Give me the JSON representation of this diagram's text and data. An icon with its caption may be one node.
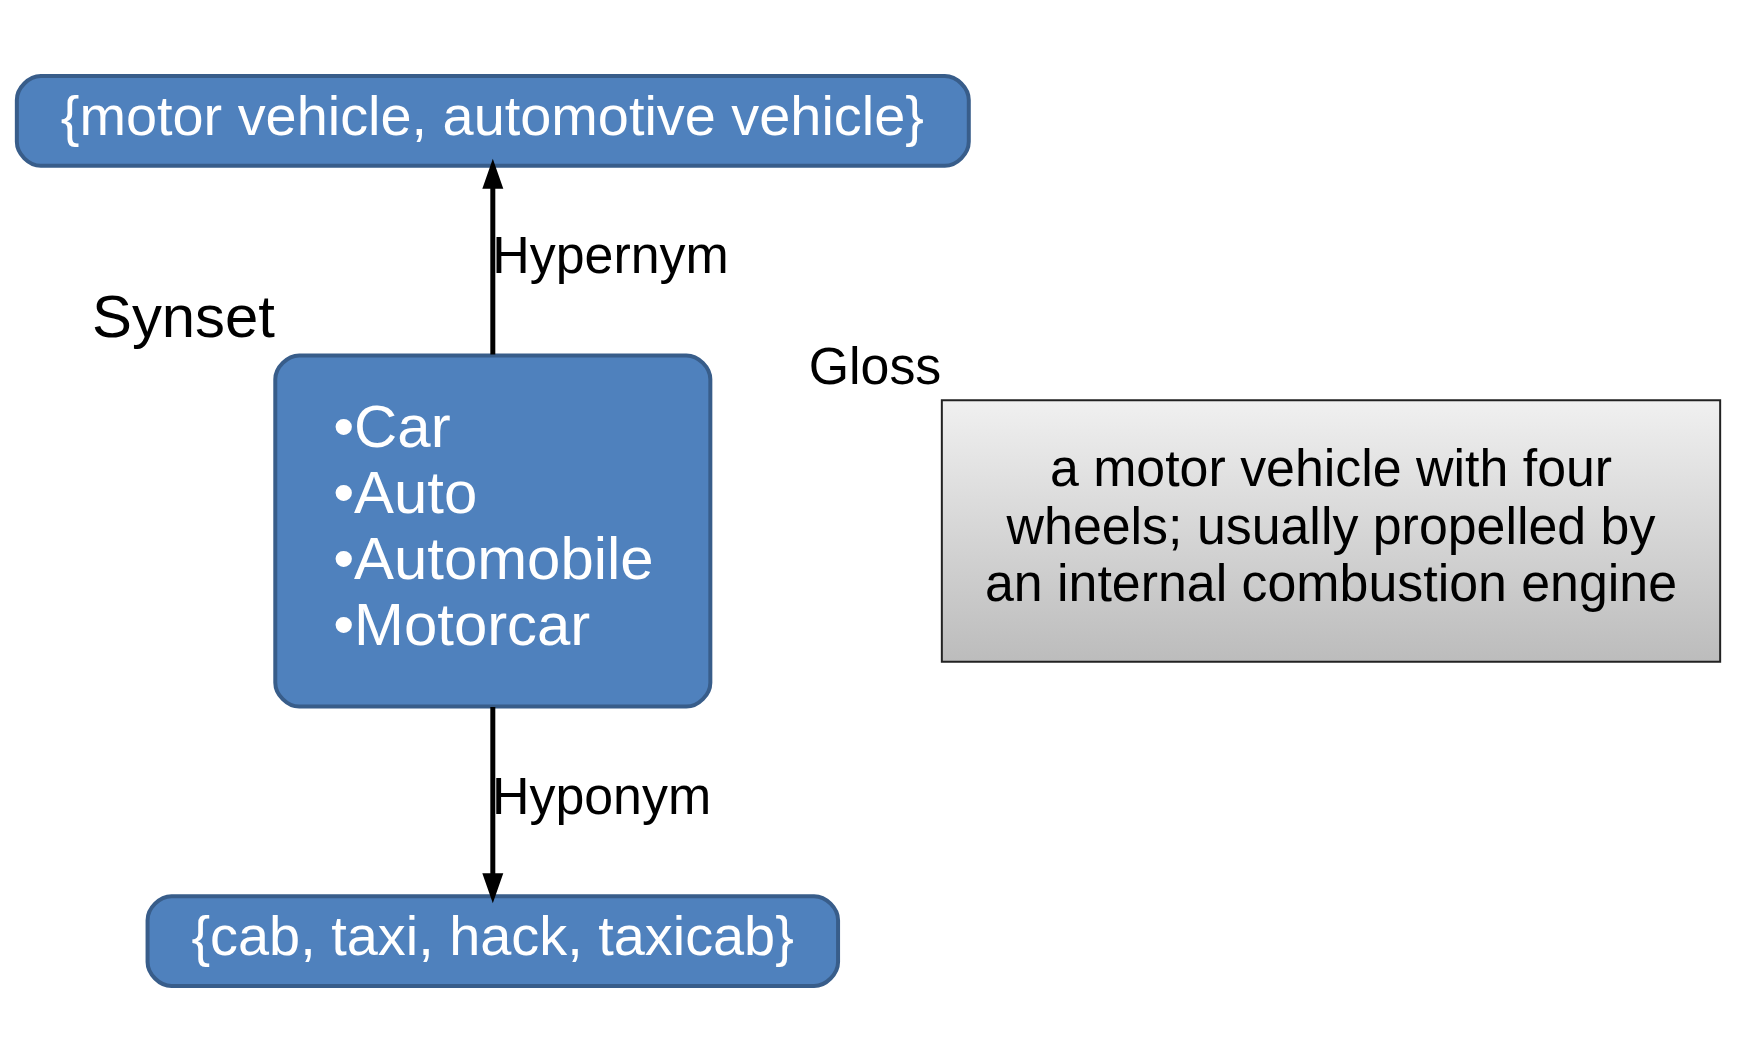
{
  "diagram": {
    "nodes": [
      {
        "text": [
          "{motor vehicle, automotive vehicle}"
        ]
      },
      {
        "text": [
          "•Car",
          "•Auto",
          "•Automobile",
          "•Motorcar"
        ],
        "beside": [
          "Synset"
        ]
      },
      {
        "text": [
          "{cab, taxi, hack, taxicab}"
        ]
      },
      {
        "text": [
          "a motor vehicle with four wheels; usually propelled by an internal combustion engine"
        ],
        "beside": [
          "Gloss"
        ]
      }
    ],
    "edges": [
      {
        "from": 1,
        "to": 0,
        "arrow": "to",
        "label": "Hypernym"
      },
      {
        "from": 1,
        "to": 2,
        "arrow": "to",
        "label": "Hyponym"
      }
    ]
  }
}
